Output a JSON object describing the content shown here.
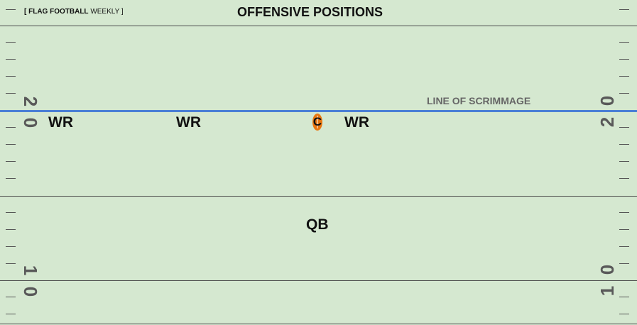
{
  "header": {
    "brand_bold": "[ FLAG FOOTBALL",
    "brand_rest": " WEEKLY ]",
    "title": "OFFENSIVE POSITIONS"
  },
  "field": {
    "line_of_scrimmage_label": "LINE OF  SCRIMMAGE",
    "yard_numbers": {
      "left_upper_digit_a": "2",
      "left_upper_digit_b": "0",
      "right_upper_digit_a": "2",
      "right_upper_digit_b": "0",
      "left_lower_digit_a": "1",
      "left_lower_digit_b": "0",
      "right_lower_digit_a": "1",
      "right_lower_digit_b": "0"
    },
    "colors": {
      "turf": "#d5e8d0",
      "line_of_scrimmage": "#4a7fd6",
      "yard_numbers": "#595959",
      "football": "#e8760f"
    }
  },
  "players": {
    "wr_left": "WR",
    "wr_slot": "WR",
    "center": "C",
    "wr_right": "WR",
    "qb": "QB"
  },
  "icons": {
    "ball": "football-icon"
  }
}
